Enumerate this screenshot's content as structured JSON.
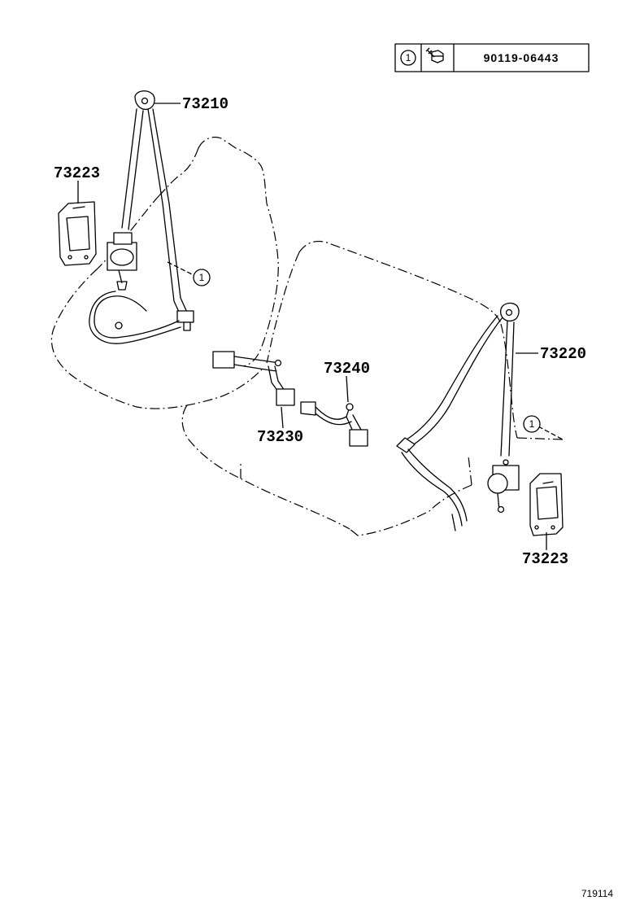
{
  "legend": {
    "ref_number": "1",
    "part_number": "90119-06443",
    "icon": "bolt-icon"
  },
  "callouts": {
    "part_73210": "73210",
    "part_73223_left": "73223",
    "part_73220": "73220",
    "part_73223_right": "73223",
    "part_73240": "73240",
    "part_73230": "73230",
    "ref_left": "1",
    "ref_right": "1"
  },
  "figure_id": "719114"
}
